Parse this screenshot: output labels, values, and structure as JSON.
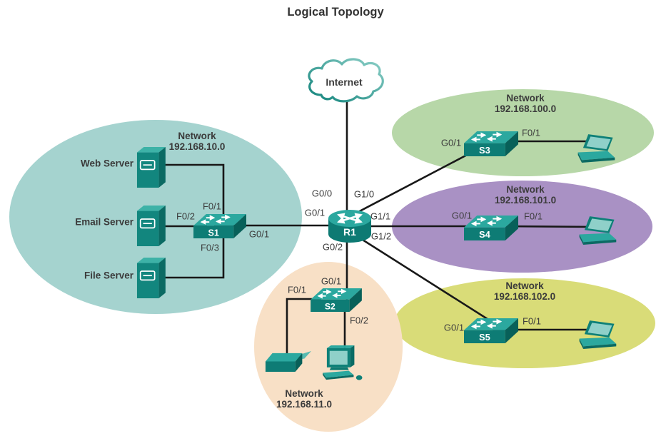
{
  "title": "Logical Topology",
  "internet": {
    "label": "Internet"
  },
  "router": {
    "label": "R1",
    "ports": {
      "g0_0": "G0/0",
      "g1_0": "G1/0",
      "g0_1": "G0/1",
      "g1_1": "G1/1",
      "g1_2": "G1/2",
      "g0_2": "G0/2"
    }
  },
  "lan10": {
    "name": "Network",
    "address": "192.168.10.0",
    "switch": "S1",
    "ports": {
      "f0_1": "F0/1",
      "f0_2": "F0/2",
      "f0_3": "F0/3",
      "g0_1": "G0/1"
    },
    "hosts": {
      "web": "Web Server",
      "email": "Email Server",
      "file": "File Server"
    }
  },
  "lan11": {
    "name": "Network",
    "address": "192.168.11.0",
    "switch": "S2",
    "ports": {
      "g0_1": "G0/1",
      "f0_1": "F0/1",
      "f0_2": "F0/2"
    }
  },
  "lan100": {
    "name": "Network",
    "address": "192.168.100.0",
    "switch": "S3",
    "ports": {
      "g0_1": "G0/1",
      "f0_1": "F0/1"
    }
  },
  "lan101": {
    "name": "Network",
    "address": "192.168.101.0",
    "switch": "S4",
    "ports": {
      "g0_1": "G0/1",
      "f0_1": "F0/1"
    }
  },
  "lan102": {
    "name": "Network",
    "address": "192.168.102.0",
    "switch": "S5",
    "ports": {
      "g0_1": "G0/1",
      "f0_1": "F0/1"
    }
  },
  "colors": {
    "lan10_fill": "#a5d3cf",
    "lan11_fill": "#f8e0c6",
    "lan100_fill": "#b7d7a8",
    "lan101_fill": "#a991c4",
    "lan102_fill": "#d9dc78",
    "device_top": "#2ba89f",
    "device_front": "#0e7c75",
    "device_side": "#086059",
    "device_screen": "#8fd0c9",
    "link_line": "#181818",
    "label_text": "#3b3b3b",
    "cloud_stroke_dark": "#11837b",
    "cloud_stroke_light": "#8ed0c8"
  }
}
